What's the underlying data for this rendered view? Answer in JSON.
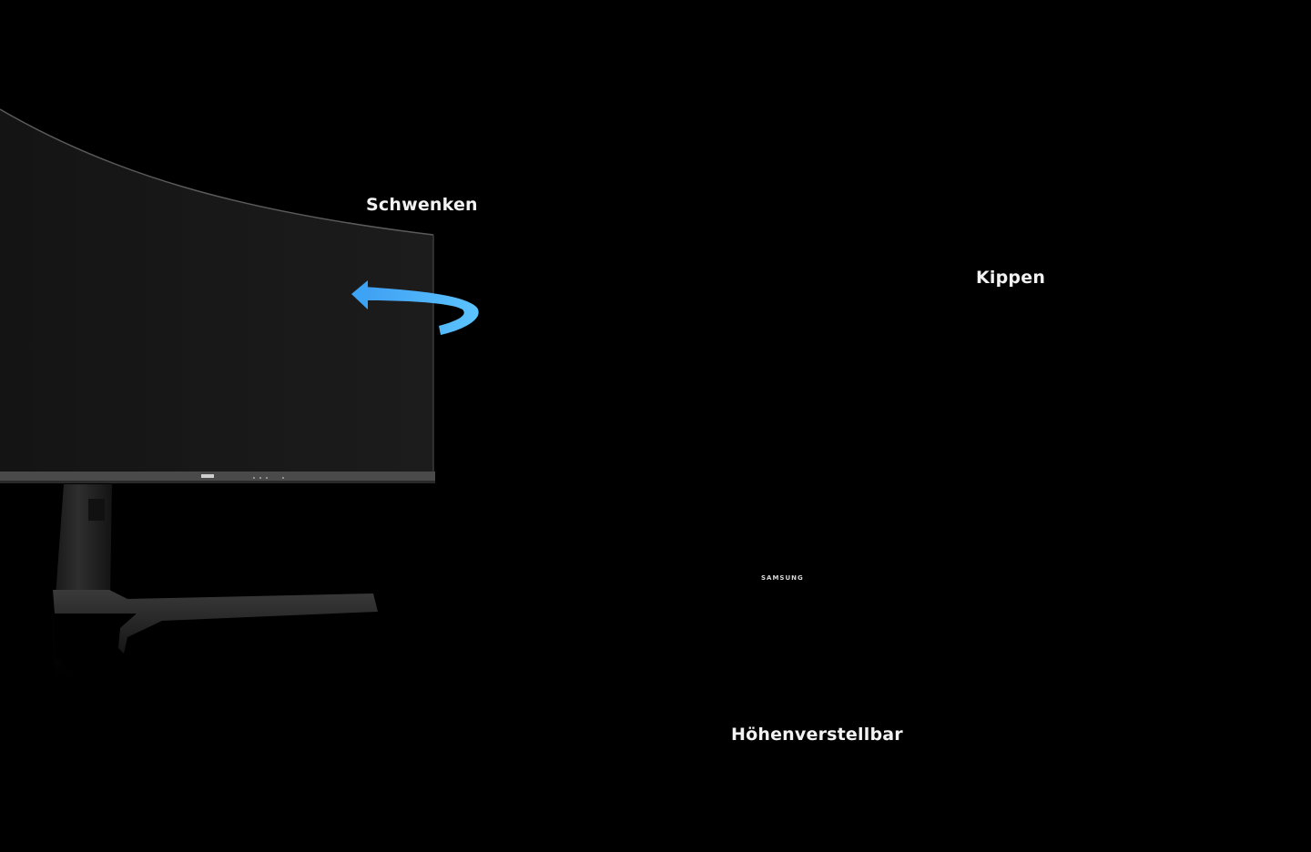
{
  "scene": {
    "background_color": "#000000",
    "arrow_color": "#3aa6f5",
    "monitor_color": "#1e1e1e"
  },
  "features": [
    {
      "id": "swivel",
      "label": "Schwenken",
      "arrow": "swivel-arrow"
    },
    {
      "id": "tilt",
      "label": "Kippen",
      "arrow": "tilt-arrow"
    },
    {
      "id": "height",
      "label": "Höhenverstellbar",
      "arrow": "height-arrow"
    }
  ],
  "brand": {
    "logo_text": "SAMSUNG"
  }
}
